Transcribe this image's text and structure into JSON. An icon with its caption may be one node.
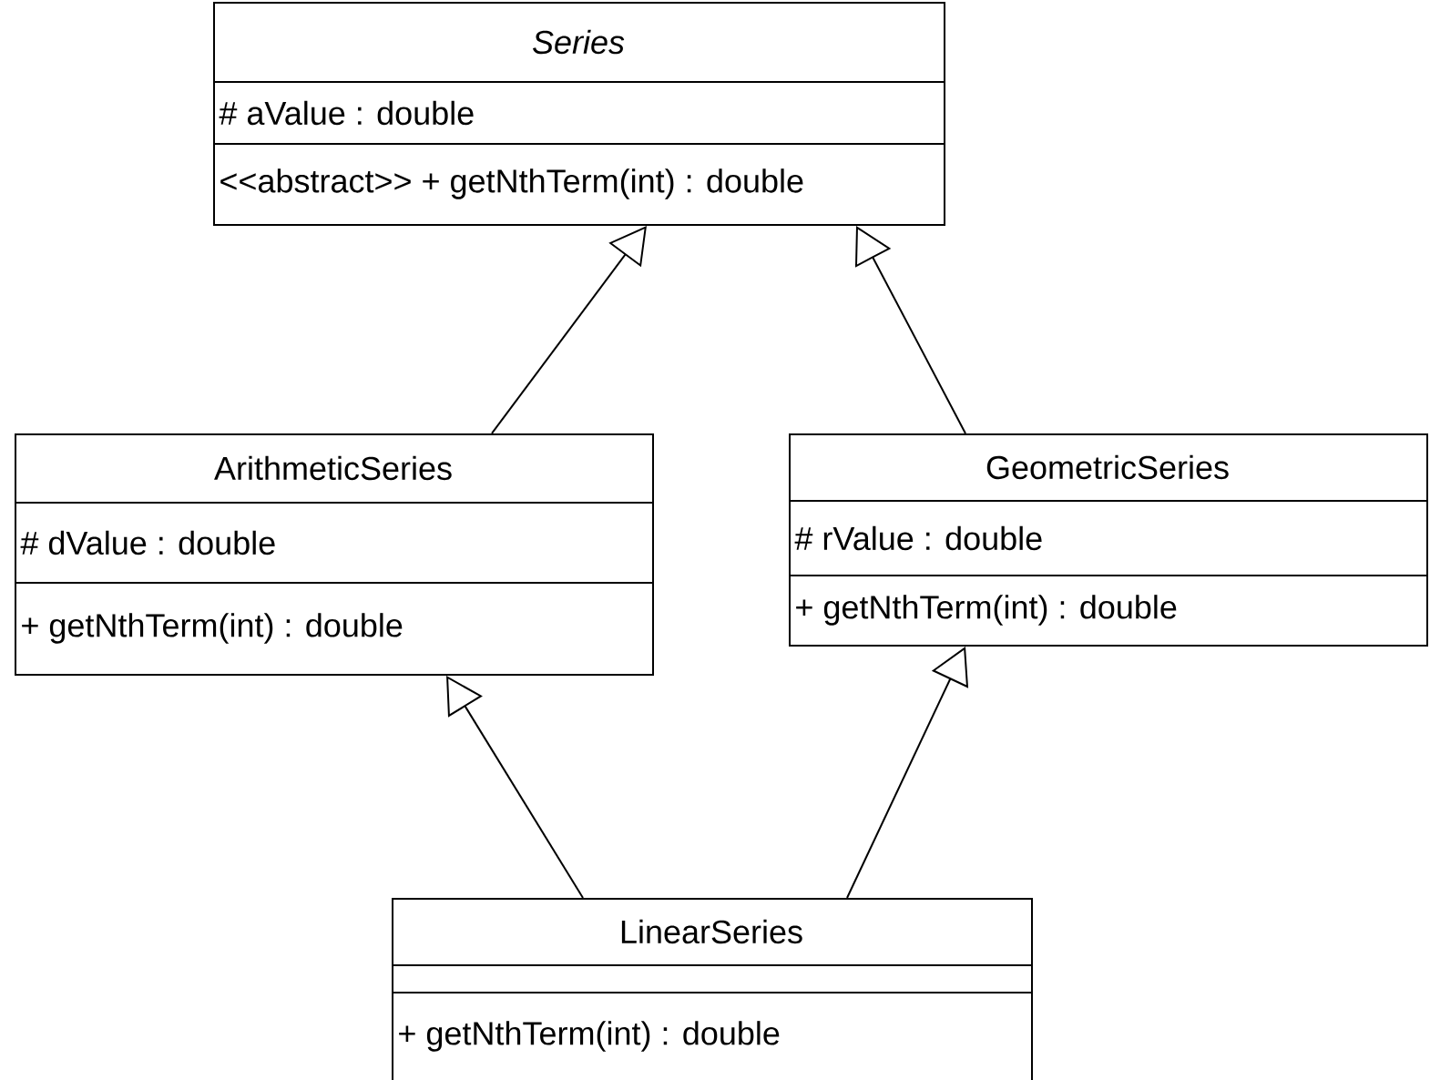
{
  "diagram": {
    "nodes": [
      {
        "text": [
          "Series",
          "# aValue : double",
          "<<abstract>> + getNthTerm(int) : double"
        ]
      },
      {
        "text": [
          "ArithmeticSeries",
          "# dValue : double",
          "+ getNthTerm(int) : double"
        ]
      },
      {
        "text": [
          "GeometricSeries",
          "# rValue : double",
          "+ getNthTerm(int) : double"
        ]
      },
      {
        "text": [
          "LinearSeries",
          "+ getNthTerm(int) : double"
        ]
      }
    ],
    "edges": [
      {
        "from": 1,
        "to": 0,
        "arrow": "to"
      },
      {
        "from": 2,
        "to": 0,
        "arrow": "to"
      },
      {
        "from": 3,
        "to": 1,
        "arrow": "to"
      },
      {
        "from": 3,
        "to": 2,
        "arrow": "to"
      }
    ]
  }
}
